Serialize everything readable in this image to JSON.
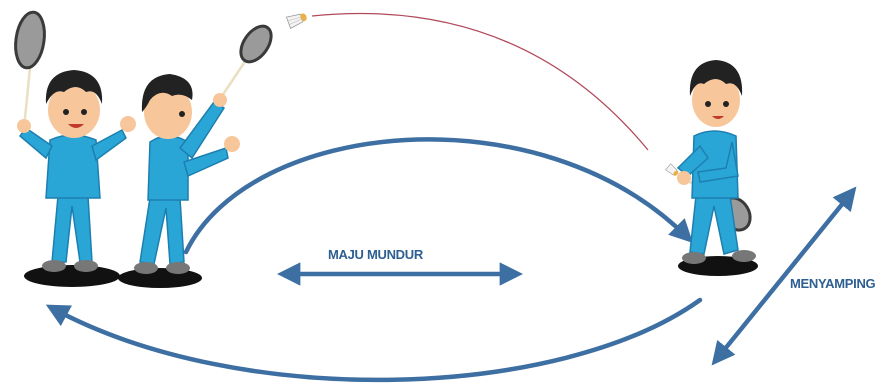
{
  "labels": {
    "forward_backward": "MAJU MUNDUR",
    "sideways": "MENYAMPING"
  },
  "colors": {
    "arrow": "#3d6fa3",
    "shuttle_path": "#b14a5c",
    "label_text": "#2e5f92",
    "shirt": "#2aa6d6",
    "shirt_dark": "#1c7fb0",
    "hair": "#222222",
    "skin": "#f7c79b",
    "shadow": "#111111",
    "racket_frame": "#3a3a3a",
    "racket_string": "#9a9a9a",
    "racket_handle": "#e8e0c0"
  },
  "figures": [
    {
      "pose": "ready-racket-up",
      "icon": "player-front-icon"
    },
    {
      "pose": "swing-overhead",
      "icon": "player-side-icon"
    },
    {
      "pose": "receive-underhand",
      "icon": "player-receive-icon"
    }
  ],
  "icons": {
    "shuttlecock": "shuttlecock-icon",
    "arrows": [
      "forward-swing-arrow",
      "return-arrow",
      "maju-mundur-arrow",
      "menyamping-arrow"
    ]
  }
}
